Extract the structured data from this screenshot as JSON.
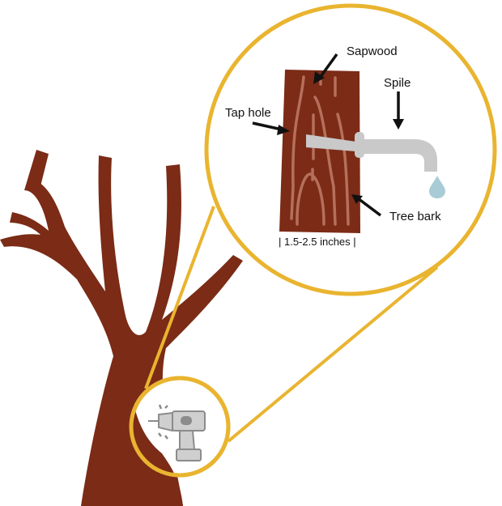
{
  "labels": {
    "sapwood": "Sapwood",
    "spile": "Spile",
    "tap_hole": "Tap hole",
    "tree_bark": "Tree bark",
    "width": "| 1.5-2.5 inches |"
  },
  "colors": {
    "bark": "#7b2b16",
    "grain": "#b5705c",
    "ring": "#e9b42f",
    "spile": "#c9c9c9",
    "drop": "#a8ccd6",
    "drill": "#8c8c8c"
  },
  "icons": [
    "drill-icon",
    "water-drop-icon",
    "arrow-icon"
  ]
}
